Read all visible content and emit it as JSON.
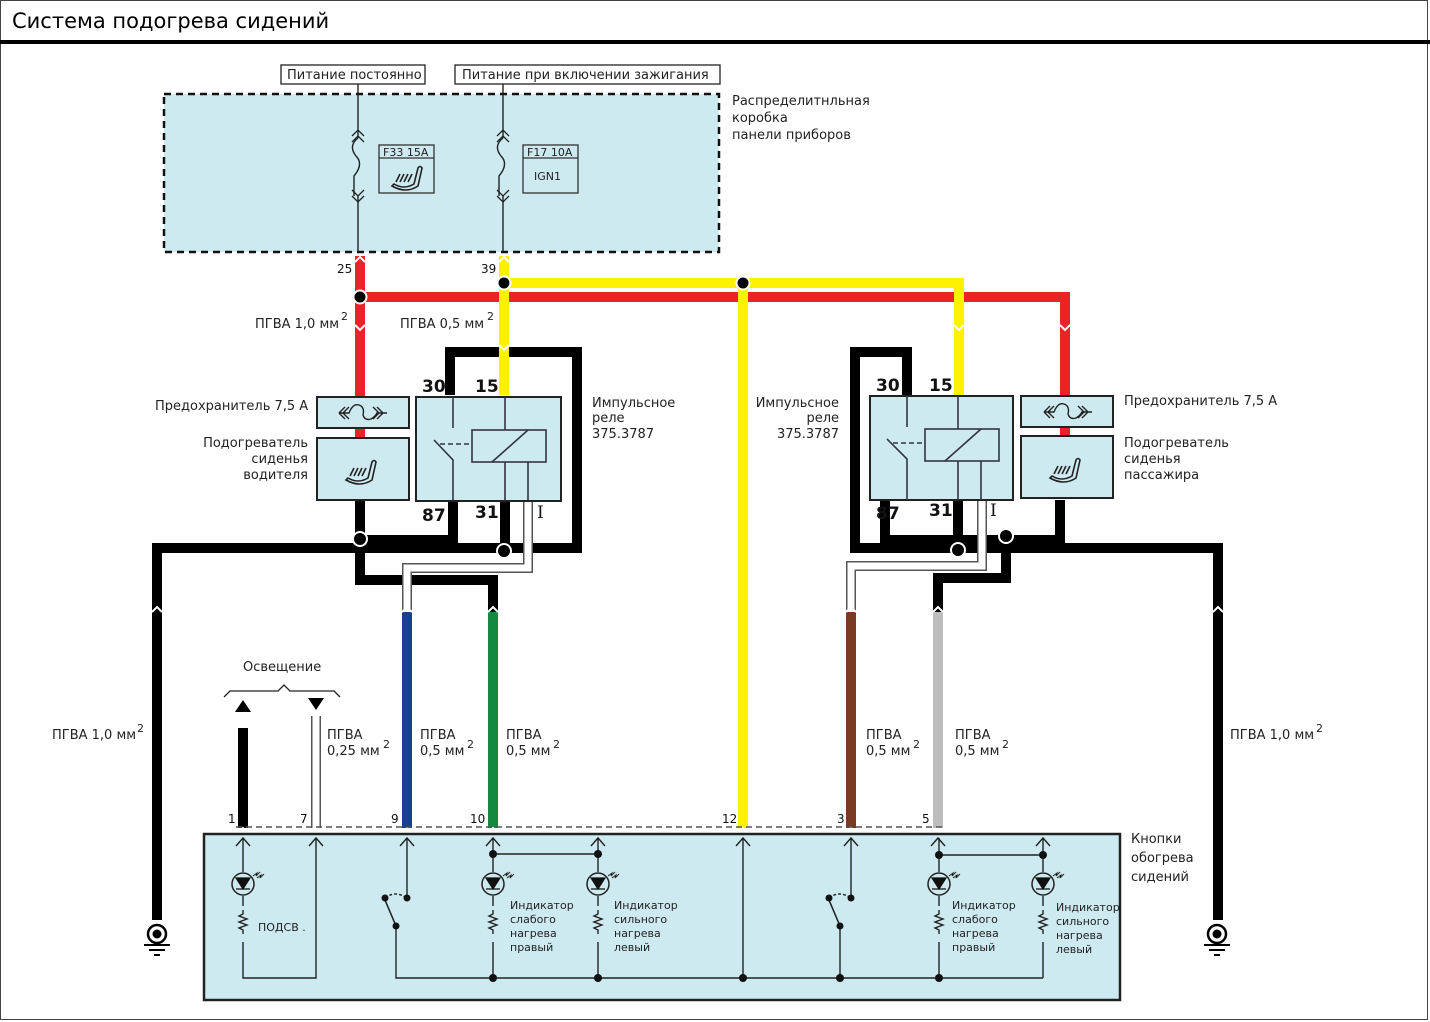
{
  "title": "Система  подогрева сидений",
  "colors": {
    "panel_fill": "#cdeaf1",
    "wire_red": "#e8242a",
    "wire_yellow": "#fff200",
    "wire_black": "#000000",
    "wire_blue": "#1a3f8f",
    "wire_green": "#138a3e",
    "wire_brown": "#7a3b22",
    "wire_grey": "#bdbdbd",
    "wire_white": "#ffffff"
  },
  "power": {
    "constant_label": "Питание постоянно",
    "ignition_label": "Питание при включении зажигания"
  },
  "junction_box": {
    "label_lines": [
      "Распределитнльная",
      "коробка",
      "панели приборов"
    ],
    "fuse_f33": {
      "name": "F33 15A",
      "icon": "seat-heater-icon"
    },
    "fuse_f17": {
      "name": "F17 10A",
      "content": "IGN1"
    },
    "pin_25": "25",
    "pin_39": "39"
  },
  "wire_labels": {
    "red_main": "ПГВА 1,0 мм",
    "yellow_main": "ПГВА 0,5 мм",
    "superscript": "2",
    "ground_left": "ПГВА 1,0 мм",
    "ground_right": "ПГВА 1,0 мм",
    "white_line1": "ПГВА",
    "white_line2": "0,25 мм",
    "blue_line1": "ПГВА",
    "blue_line2": "0,5 мм",
    "green_line1": "ПГВА",
    "green_line2": "0,5 мм",
    "brown_line1": "ПГВА",
    "brown_line2": "0,5 мм",
    "grey_line1": "ПГВА",
    "grey_line2": "0,5 мм"
  },
  "driver_side": {
    "fuse_label": "Предохранитель 7,5 А",
    "heater_label_lines": [
      "Подогреватель",
      "сиденья",
      "водителя"
    ],
    "relay_label_lines": [
      "Импульсное",
      "реле",
      "375.3787"
    ],
    "relay_pins": {
      "p30": "30",
      "p15": "15",
      "p87": "87",
      "p31": "31",
      "pI": "I"
    }
  },
  "passenger_side": {
    "fuse_label": "Предохранитель 7,5 А",
    "heater_label_lines": [
      "Подогреватель",
      "сиденья",
      "пассажира"
    ],
    "relay_label_lines": [
      "Импульсное",
      "реле",
      "375.3787"
    ],
    "relay_pins": {
      "p30": "30",
      "p15": "15",
      "p87": "87",
      "p31": "31",
      "pI": "I"
    }
  },
  "lighting_label": "Освещение",
  "switch_panel": {
    "label_lines": [
      "Кнопки",
      "обогрева",
      "сидений"
    ],
    "pins": [
      "1",
      "7",
      "9",
      "10",
      "12",
      "3",
      "5"
    ],
    "backlight_label": "ПОДСВ .",
    "indicator_weak_right_lines": [
      "Индикатор",
      "слабого",
      "нагрева",
      "правый"
    ],
    "indicator_strong_left_lines": [
      "Индикатор",
      "сильного",
      "нагрева",
      "левый"
    ],
    "indicator_weak_right2_lines": [
      "Индикатор",
      "слабого",
      "нагрева",
      "правый"
    ],
    "indicator_strong_left2_lines": [
      "Индикатор",
      "сильного",
      "нагрева",
      "левый"
    ]
  }
}
